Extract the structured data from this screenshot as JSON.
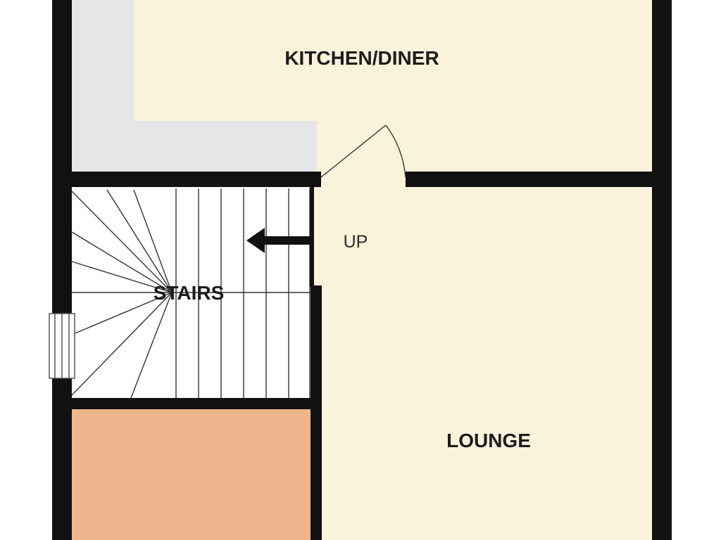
{
  "labels": {
    "kitchen": "KITCHEN/DINER",
    "up": "UP",
    "stairs": "STAIRS",
    "lounge": "LOUNGE"
  },
  "colors": {
    "wall": "#111111",
    "room_fill": "#fbf2dc",
    "counter_fill": "#e6e6e8",
    "cupboard_fill": "#eeb68c",
    "stairs_fill": "#ffffff",
    "background": "#ffffff"
  }
}
